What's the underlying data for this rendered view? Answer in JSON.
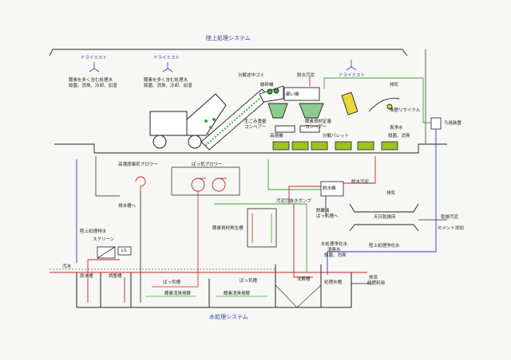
{
  "titles": {
    "land": "陸上処理システム",
    "water": "水処理システム"
  },
  "labels": {
    "mist1": "ドライミスト",
    "mist1_desc": [
      "酵素を多く含む処理水",
      "殺菌、消臭、冷却、加湿"
    ],
    "mist2": "ドライミスト",
    "mist2_desc": [
      "酵素を多く含む処理水",
      "殺菌、消臭、冷却、加湿"
    ],
    "mist3": "ドライミスト",
    "bunbetsu": "分解途中ゴミ",
    "hasai": "破砕機",
    "dassui": "脱水汚泥",
    "furui": "篩い機",
    "namagomi_conv": [
      "生ごみ重量",
      "コンベアー"
    ],
    "koubo_conv": [
      "酵素資材定量",
      "コンベアー"
    ],
    "koubo_conv_small": "高速機",
    "bunkai_pallet": "分解パレット",
    "haiki": "排気",
    "taihi": "堆肥リサイクル",
    "roka": "ろ過装置",
    "shoshui": "表浄水",
    "shoshui_desc": "殺菌、消臭",
    "koatsu": "高濃度曝気ブロワー",
    "bakki": "ばっ気ブロワー",
    "haisui": "排水槽へ",
    "rikujo": "陸上処理排水",
    "screen": "スクリーン",
    "ls": "LS",
    "osui": "汚水",
    "genryu": "原水槽",
    "chosei": "調整槽",
    "bakki_tank1": "ばっ気槽",
    "bakki_tank2": "ばっ気槽",
    "koubo_tank1": "酵素消臭発酵",
    "koubo_tank2": "酵素消臭発酵",
    "koubo_seisei": "酵素資材再生槽",
    "odei": "汚泥引抜きポンプ",
    "dassuiki": "脱水機",
    "dassui_odei": "脱水汚泥",
    "dashu_tank": "脱離液",
    "dashu_tank2": "ばっ気槽へ",
    "haiki2": "排気",
    "tenpi": "天日乾燥床",
    "kanso": "乾燥汚泥",
    "cement": "セメント添加",
    "chinden": "沈殿槽",
    "shori_tank": "処理水槽",
    "shori_desc": [
      "水処理浄化水",
      "消臭水",
      "殺菌、消臭"
    ],
    "rikujo2": "陸上処理浄化水",
    "horyu": "放流",
    "saiyo": "経肥利用"
  },
  "colors": {
    "sewage": "#cc2222",
    "air": "#3aa838",
    "treated": "#2e3fb0",
    "outline": "#222222",
    "compost": "#9cc41f"
  }
}
